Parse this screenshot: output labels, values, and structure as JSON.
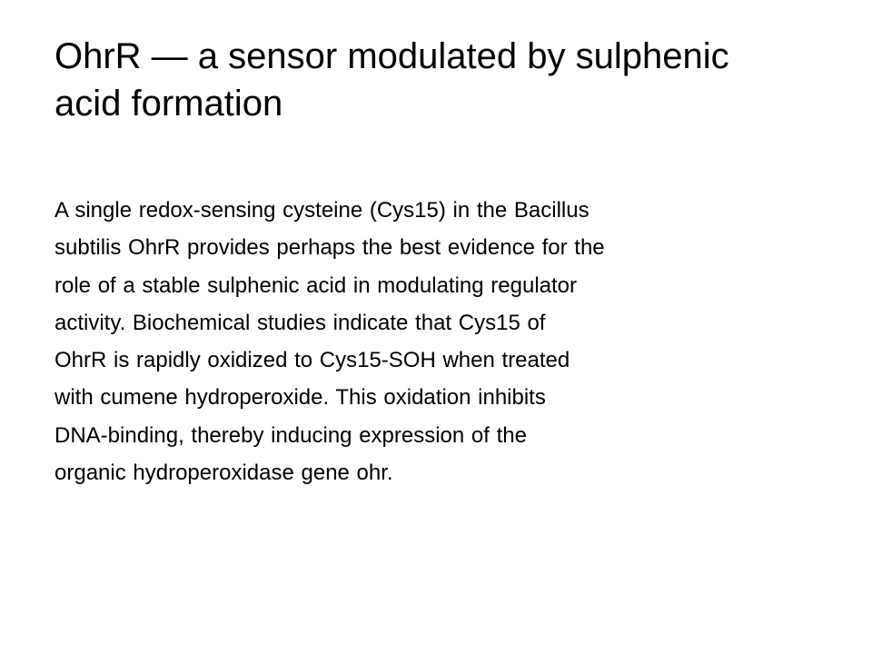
{
  "slide": {
    "title_lines": [
      "OhrR — a sensor modulated by sulphenic",
      "acid formation"
    ],
    "body_lines": [
      "A single redox-sensing  cysteine (Cys15) in the Bacillus",
      "subtilis OhrR provides  perhaps the best evidence  for the",
      "role of a stable sulphenic acid in modulating regulator",
      "activity. Biochemical studies indicate that Cys15 of",
      "OhrR is rapidly oxidized  to Cys15-SOH when treated",
      "with cumene hydroperoxide.  This oxidation  inhibits",
      "DNA-binding, thereby inducing expression  of the",
      "organic hydroperoxidase  gene ohr."
    ]
  },
  "colors": {
    "background": "#ffffff",
    "text": "#000000"
  }
}
